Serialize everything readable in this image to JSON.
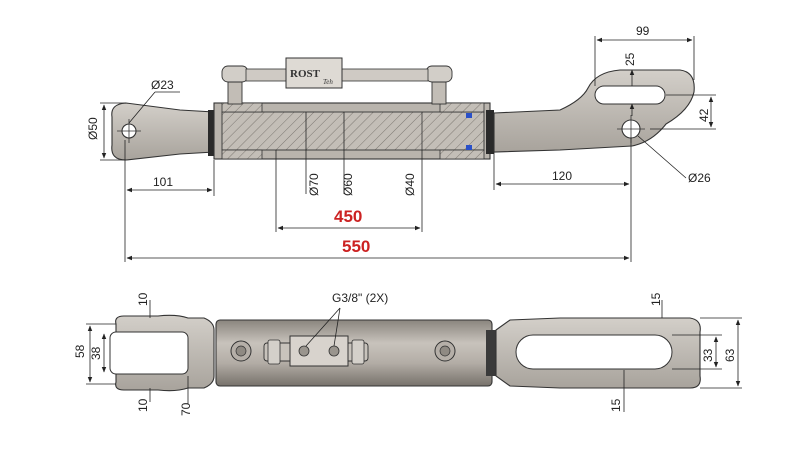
{
  "brand": {
    "name": "ROST",
    "suffix": "Teh"
  },
  "top_view": {
    "eye_diameter": "Ø23",
    "eye_height": "Ø50",
    "left_eye_offset": "101",
    "rod_diameters": [
      "Ø70",
      "Ø60",
      "Ø40"
    ],
    "stroke_length": "450",
    "total_length": "550",
    "right_slot_width": "99",
    "right_slot_height": "25",
    "right_hole_offset_v": "42",
    "right_hole_offset_h": "120",
    "right_hole_diameter": "Ø26"
  },
  "bottom_view": {
    "thread": "G3/8\" (2X)",
    "left_prong_top": "10",
    "left_prong_bottom": "10",
    "left_outer_height": "58",
    "left_inner_height": "38",
    "left_fork_depth": "70",
    "right_prong_top": "15",
    "right_prong_bottom": "15",
    "right_inner_height": "33",
    "right_outer_height": "63"
  },
  "colors": {
    "metal": "#c9c4bd",
    "metal_dark": "#8c8780",
    "hatch": "#9a9590",
    "cylinder": "#a49e97",
    "highlight": "#cc2222"
  }
}
